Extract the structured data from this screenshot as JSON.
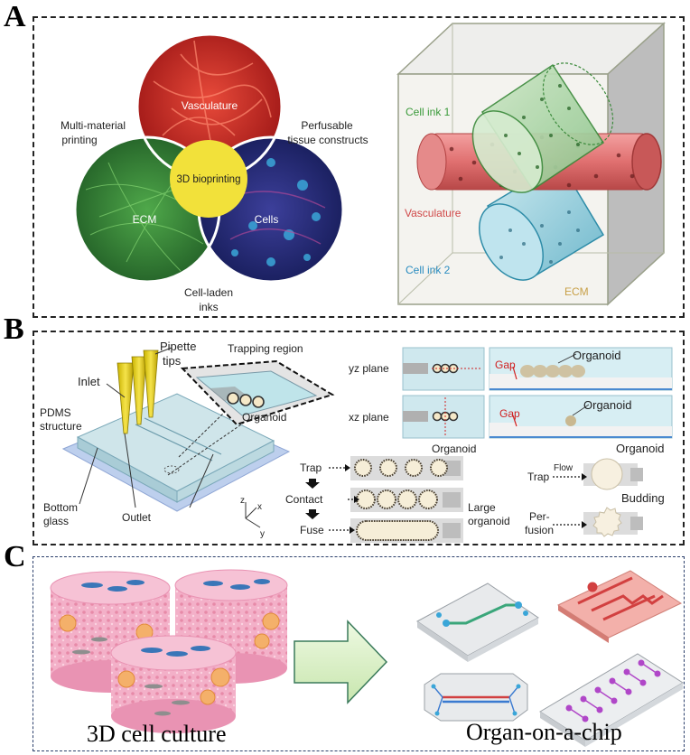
{
  "panels": {
    "a": {
      "letter": "A",
      "venn": {
        "center": "3D bioprinting",
        "top": "Vasculature",
        "left": "ECM",
        "right": "Cells",
        "multi_material_1": "Multi-material",
        "multi_material_2": "printing",
        "perfusable_1": "Perfusable",
        "perfusable_2": "tissue constructs",
        "cell_laden_1": "Cell-laden",
        "cell_laden_2": "inks"
      },
      "cube": {
        "cell_ink_1": "Cell ink 1",
        "vasculature": "Vasculature",
        "cell_ink_2": "Cell ink 2",
        "ecm": "ECM"
      }
    },
    "b": {
      "letter": "B",
      "device": {
        "pipette_1": "Pipette",
        "pipette_2": "tips",
        "trapping_region": "Trapping region",
        "inlet": "Inlet",
        "pdms_1": "PDMS",
        "pdms_2": "structure",
        "organoid": "Organoid",
        "bottom_1": "Bottom",
        "bottom_2": "glass",
        "outlet": "Outlet",
        "axis_z": "z",
        "axis_x": "x",
        "axis_y": "y"
      },
      "planes": {
        "yz": "yz plane",
        "xz": "xz plane",
        "gap_1": "Gap",
        "gap_2": "Gap",
        "organoid_1": "Organoid",
        "organoid_2": "Organoid"
      },
      "steps": {
        "organoid": "Organoid",
        "trap": "Trap",
        "contact": "Contact",
        "fuse": "Fuse",
        "large_1": "Large",
        "large_2": "organoid"
      },
      "perfusion": {
        "organoid": "Organoid",
        "trap": "Trap",
        "flow": "Flow",
        "perfusion_1": "Per-",
        "perfusion_2": "fusion",
        "budding": "Budding"
      }
    },
    "c": {
      "letter": "C",
      "culture_label": "3D cell culture",
      "chip_label": "Organ-on-a-chip"
    }
  },
  "colors": {
    "vasculature": "#cf2a2a",
    "ecm": "#2f8a3a",
    "cells": "#2a3690",
    "bioprinting": "#f2e13a",
    "cell_ink_1": "#5aa85a",
    "cell_ink_2": "#3aa0c0",
    "vessel": "#e07878",
    "arrow": "#d8f0c0",
    "tissue": "#f1a9c4"
  }
}
